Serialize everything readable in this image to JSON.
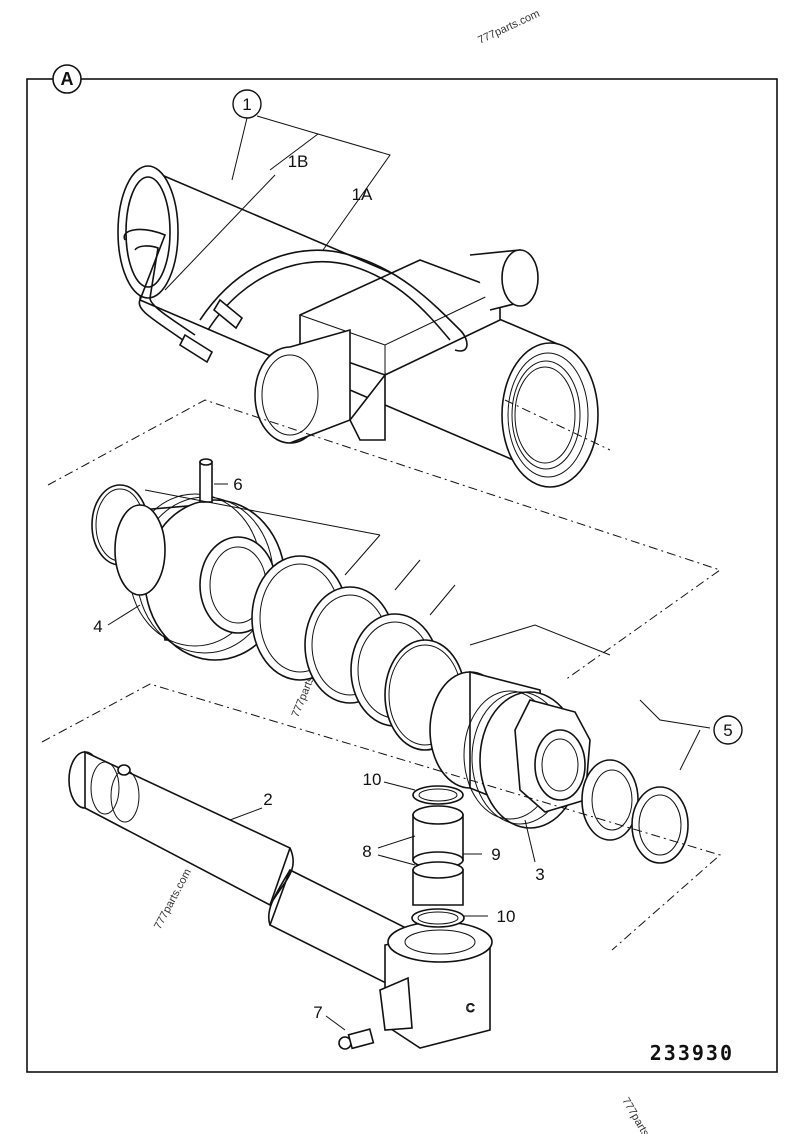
{
  "diagram": {
    "section_label": "A",
    "drawing_number": "233930",
    "watermark": "777parts.com",
    "watermark_partial": "777parts",
    "callouts": {
      "c1": "1",
      "c1a": "1A",
      "c1b": "1B",
      "c2": "2",
      "c3": "3",
      "c4": "4",
      "c5": "5",
      "c6": "6",
      "c7": "7",
      "c8": "8",
      "c9": "9",
      "c10a": "10",
      "c10b": "10"
    }
  }
}
